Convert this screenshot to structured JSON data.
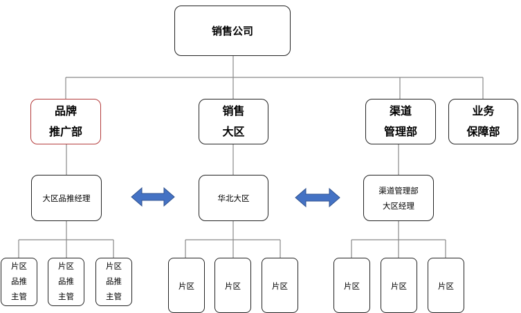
{
  "org": {
    "root": "销售公司",
    "departments": [
      {
        "label": "品牌\n推广部"
      },
      {
        "label": "销售\n大区"
      },
      {
        "label": "渠道\n管理部"
      },
      {
        "label": "业务\n保障部"
      }
    ],
    "subunits": [
      {
        "label": "大区品推经理"
      },
      {
        "label": "华北大区"
      },
      {
        "label": "渠道管理部\n大区经理"
      }
    ],
    "leaves_group1": [
      {
        "label": "片区\n品推\n主管"
      },
      {
        "label": "片区\n品推\n主管"
      },
      {
        "label": "片区\n品推\n主管"
      }
    ],
    "leaves_group2": [
      {
        "label": "片区"
      },
      {
        "label": "片区"
      },
      {
        "label": "片区"
      }
    ],
    "leaves_group3": [
      {
        "label": "片区"
      },
      {
        "label": "片区"
      },
      {
        "label": "片区"
      }
    ]
  },
  "colors": {
    "line": "#888888",
    "border": "#222222",
    "highlight_border": "#b33a3a",
    "arrow_fill": "#4472c4",
    "arrow_stroke": "#2f528f"
  }
}
